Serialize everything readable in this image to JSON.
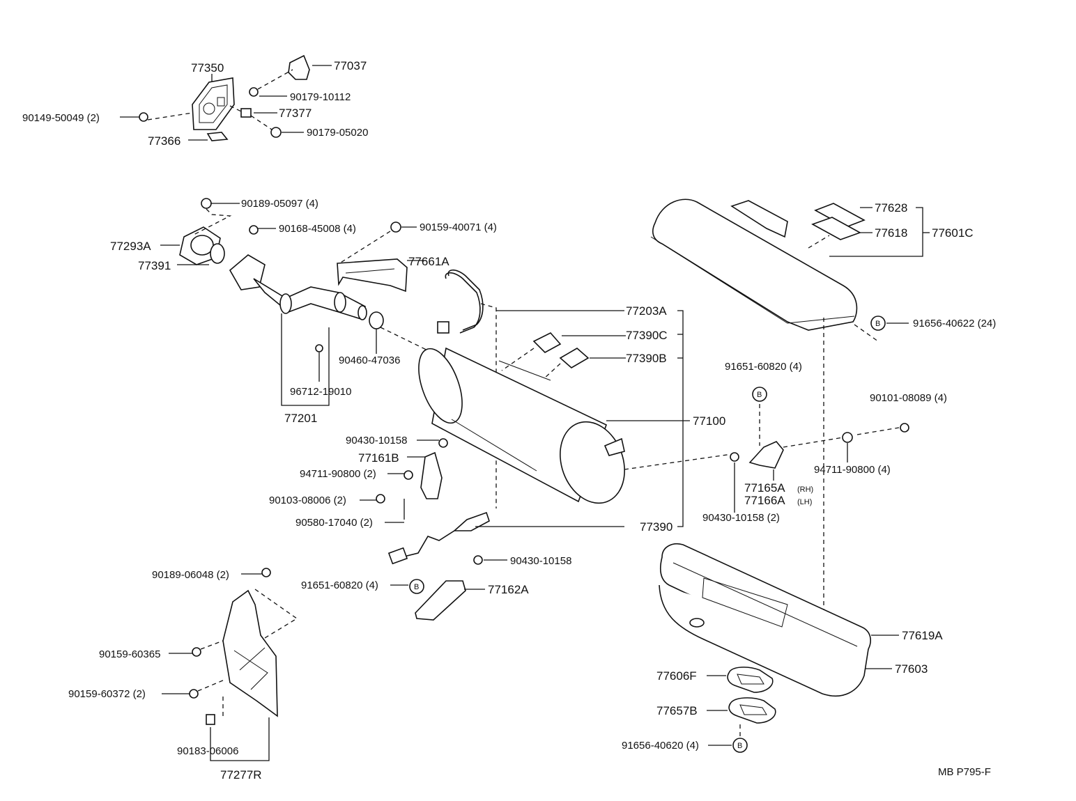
{
  "diagram": {
    "ref_code": "MB P795-F",
    "callout_symbol": "B",
    "labels": {
      "p77350": "77350",
      "p77037": "77037",
      "p90179_10112": "90179-10112",
      "p90149_50049": "90149-50049 (2)",
      "p77377": "77377",
      "p77366": "77366",
      "p90179_05020": "90179-05020",
      "p90189_05097": "90189-05097 (4)",
      "p90168_45008": "90168-45008 (4)",
      "p90159_40071": "90159-40071 (4)",
      "p77293A": "77293A",
      "p77391": "77391",
      "p77661A": "77661A",
      "p77628": "77628",
      "p77618": "77618",
      "p77601C": "77601C",
      "p77203A": "77203A",
      "p91656_40622": "91656-40622 (24)",
      "p77390C": "77390C",
      "p77390B": "77390B",
      "p90460_47036": "90460-47036",
      "p96712_19010": "96712-19010",
      "p77201": "77201",
      "p91651_60820_top": "91651-60820 (4)",
      "p90101_08089": "90101-08089 (4)",
      "p77100": "77100",
      "p90430_10158_a": "90430-10158",
      "p77161B": "77161B",
      "p94711_90800_2": "94711-90800 (2)",
      "p90103_08006": "90103-08006 (2)",
      "p90580_17040": "90580-17040 (2)",
      "p77390": "77390",
      "p94711_90800_4": "94711-90800 (4)",
      "p77165A": "77165A",
      "p77165A_side": "(RH)",
      "p77166A": "77166A",
      "p77166A_side": "(LH)",
      "p90430_10158_2": "90430-10158 (2)",
      "p90430_10158_b": "90430-10158",
      "p90189_06048": "90189-06048 (2)",
      "p91651_60820_bot": "91651-60820 (4)",
      "p77162A": "77162A",
      "p90159_60365": "90159-60365",
      "p90159_60372": "90159-60372 (2)",
      "p77619A": "77619A",
      "p77603": "77603",
      "p77606F": "77606F",
      "p77657B": "77657B",
      "p91656_40620": "91656-40620 (4)",
      "p90183_06006": "90183-06006",
      "p77277R": "77277R"
    }
  }
}
